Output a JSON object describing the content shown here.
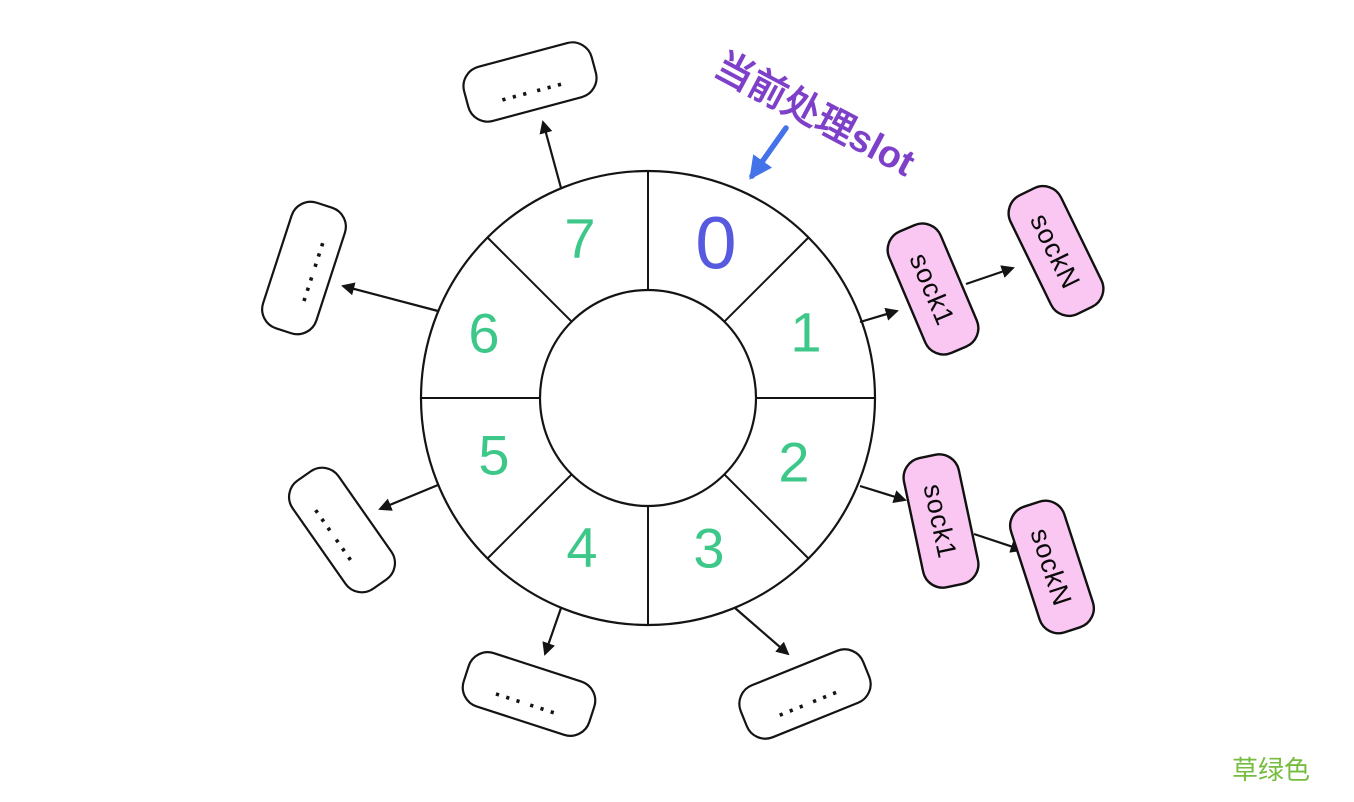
{
  "diagram": {
    "description_visible_elements": "ring with 8 slots, current slot pointer, socket chains, placeholder boxes"
  },
  "annotation": {
    "label": "当前处理slot"
  },
  "watermark": {
    "label": "草绿色"
  },
  "wheel": {
    "slots": [
      {
        "label": "0",
        "is_current": true
      },
      {
        "label": "1",
        "is_current": false
      },
      {
        "label": "2",
        "is_current": false
      },
      {
        "label": "3",
        "is_current": false
      },
      {
        "label": "4",
        "is_current": false
      },
      {
        "label": "5",
        "is_current": false
      },
      {
        "label": "6",
        "is_current": false
      },
      {
        "label": "7",
        "is_current": false
      }
    ]
  },
  "sock_chains": {
    "slot1_chain": {
      "first": "sock1",
      "last": "sockN"
    },
    "slot2_chain": {
      "first": "sock1",
      "last": "sockN"
    }
  },
  "dotted_boxes": [
    {
      "label": "……"
    },
    {
      "label": "……"
    },
    {
      "label": "……"
    },
    {
      "label": "……"
    },
    {
      "label": "……"
    }
  ],
  "colors": {
    "slot_number_green": "#3dc88a",
    "current_slot_blue": "#575ade",
    "annotation_purple": "#7e40c8",
    "pointer_arrow_blue": "#4472e9",
    "sock_box_pink": "#f9c7f1",
    "outline_black": "#141414",
    "watermark_green": "#76bc3e",
    "background": "#ffffff"
  }
}
